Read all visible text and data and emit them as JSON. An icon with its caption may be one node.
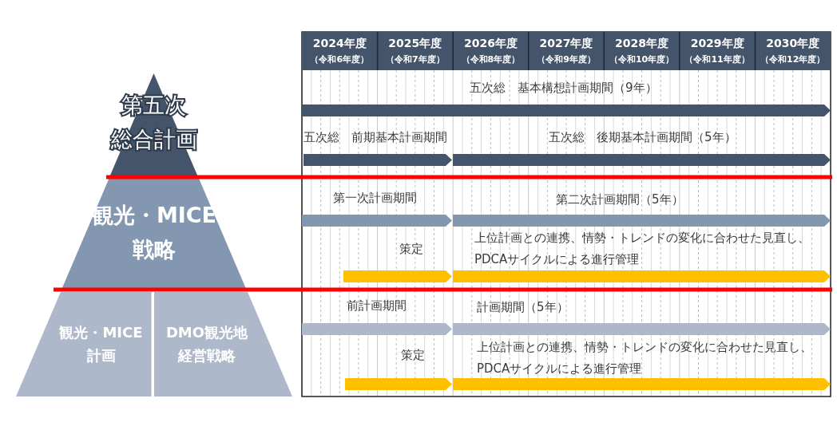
{
  "diagram": {
    "nodes": [
      {
        "text": [
          "第五次総合計画"
        ]
      },
      {
        "text": [
          "観光・MICE戦略"
        ]
      },
      {
        "text": [
          "観光・MICE計画"
        ]
      },
      {
        "text": [
          "DMO観光地経営戦略"
        ]
      },
      {
        "text": [
          "五次総　基本構想計画期間（9年）"
        ]
      },
      {
        "text": [
          "五次総　前期基本計画期間"
        ]
      },
      {
        "text": [
          "五次総　後期基本計画期間（5年）"
        ]
      },
      {
        "text": [
          "第一次計画期間"
        ]
      },
      {
        "text": [
          "第二次計画期間（5年）"
        ]
      },
      {
        "text": [
          "策定"
        ]
      },
      {
        "text": [
          "上位計画との連携、情勢・トレンドの変化に合わせた見直し、PDCAサイクルによる進行管理"
        ]
      },
      {
        "text": [
          "前計画期間"
        ]
      },
      {
        "text": [
          "計画期間（5年）"
        ]
      },
      {
        "text": [
          "策定"
        ]
      },
      {
        "text": [
          "上位計画との連携、情勢・トレンドの変化に合わせた見直し、PDCAサイクルによる進行管理"
        ]
      }
    ],
    "labels": [
      "2024年度",
      "（令和6年度）",
      "2025年度",
      "（令和7年度）",
      "2026年度",
      "（令和8年度）",
      "2027年度",
      "（令和9年度）",
      "2028年度",
      "（令和10年度）",
      "2029年度",
      "（令和11年度）",
      "2030年度",
      "（令和12年度）"
    ]
  }
}
